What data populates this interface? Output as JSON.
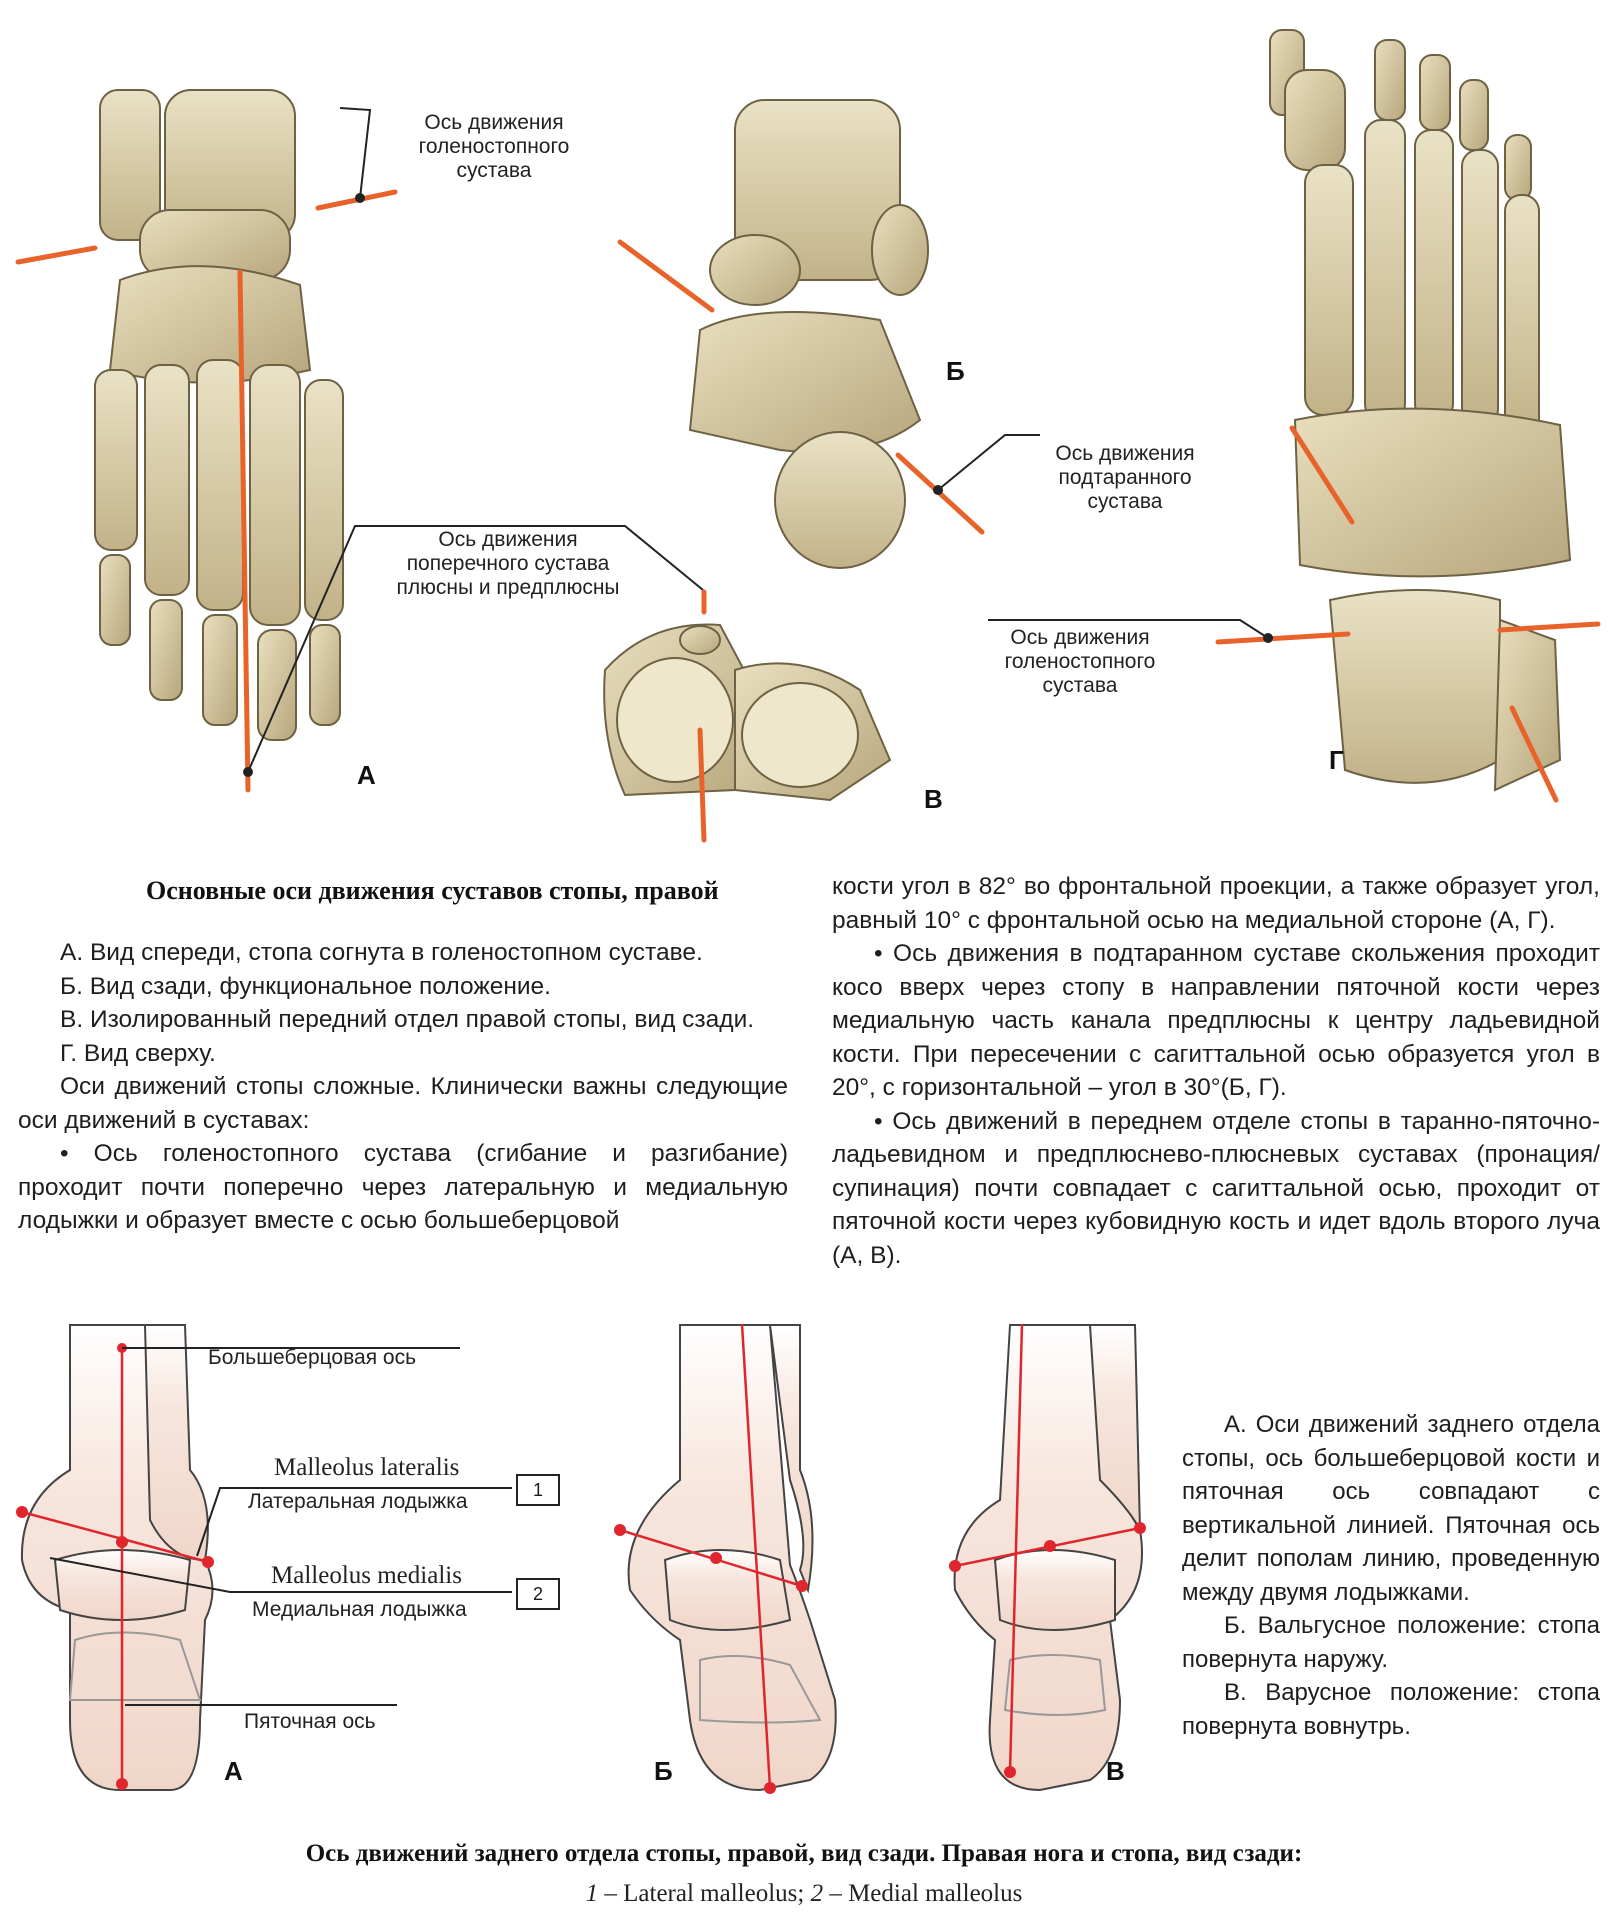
{
  "top_figure": {
    "labels": {
      "ankle_axis_a": "Ось движения голеностопного сустава",
      "transverse_axis": "Ось движения поперечного сустава плюсны и предплюсны",
      "subtalar_axis": "Ось движения подтаранного сустава",
      "ankle_axis_g": "Ось движения голеностопного сустава"
    },
    "panel_letters": [
      "А",
      "Б",
      "В",
      "Г"
    ]
  },
  "article": {
    "title": "Основные оси движения суставов стопы, правой",
    "left_paragraphs": [
      "А. Вид спереди, стопа согнута в голеностопном суставе.",
      "Б. Вид сзади, функциональное положение.",
      "В. Изолированный передний отдел правой стопы, вид сзади.",
      "Г. Вид сверху.",
      "Оси движений стопы сложные. Клинически важны следующие оси движений в суставах:",
      "• Ось голеностопного сустава (сгибание и разгибание) проходит почти поперечно через латеральную и медиальную лодыжки и образует вместе с осью большеберцовой"
    ],
    "right_paragraphs": [
      "кости угол в 82° во фронтальной проекции, а также образует угол, равный 10° с фронтальной осью на медиальной стороне (А, Г).",
      "• Ось движения в подтаранном суставе скольжения проходит косо вверх через стопу в направлении пяточной кости через медиальную часть канала предплюсны к центру ладьевидной кости. При пересечении с сагиттальной осью образуется угол в 20°, с горизонтальной – угол в 30°(Б, Г).",
      "• Ось движений в переднем отделе стопы в таранно-пяточно-ладьевидном и предплюснево-плюсневых суставах (пронация/супинация) почти совпадает с сагиттальной осью, проходит от пяточной кости через кубовидную кость и идет вдоль второго луча (А, В)."
    ]
  },
  "bottom_figure": {
    "labels": {
      "tibial_axis": "Большеберцовая ось",
      "malleolus_lateralis": "Malleolus lateralis",
      "lateral_ru": "Латеральная лодыжка",
      "malleolus_medialis": "Malleolus medialis",
      "medial_ru": "Медиальная лодыжка",
      "calcaneal_axis": "Пяточная ось",
      "box1": "1",
      "box2": "2"
    },
    "panel_letters": [
      "А",
      "Б",
      "В"
    ],
    "side_caption": [
      "А. Оси движений заднего отдела стопы, ось большеберцовой кости и пяточная ось совпадают с вертикальной линией. Пяточная ось делит пополам линию, проведенную между двумя лодыжками.",
      "Б. Вальгусное положение: стопа повернута наружу.",
      "В. Варусное положение: стопа повернута вовнутрь."
    ],
    "caption": "Ось движений заднего отдела стопы, правой, вид сзади. Правая нога и стопа, вид сзади:",
    "legend": {
      "n1": "1",
      "t1": " – Lateral malleolus; ",
      "n2": "2",
      "t2": " – Medial malleolus"
    }
  },
  "colors": {
    "bone": "#d8cba3",
    "bone_dark": "#b3a47a",
    "axis_orange": "#e8632a",
    "axis_red": "#e0262d",
    "skin": "#f3ddd2"
  }
}
